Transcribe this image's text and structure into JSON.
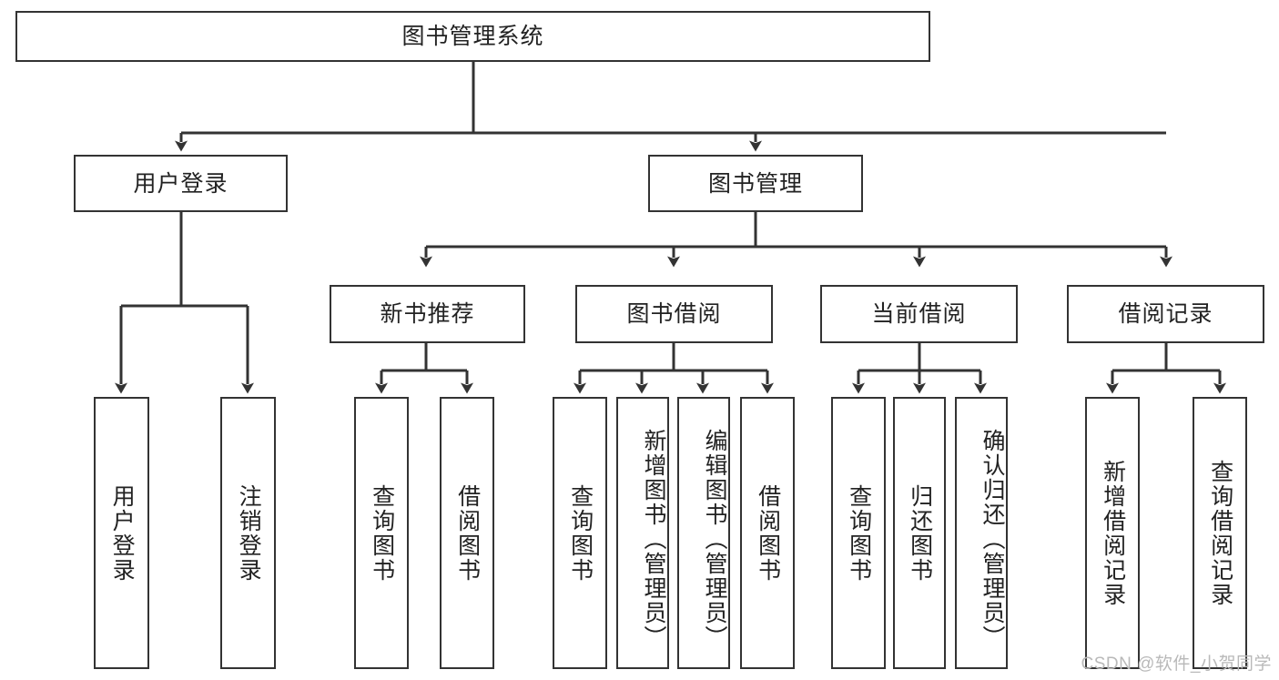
{
  "diagram": {
    "title": "图书管理系统",
    "type": "tree-hierarchy-diagram",
    "watermark": "CSDN @软件_小贺同学",
    "colors": {
      "box_border": "#333333",
      "box_fill": "#ffffff",
      "connector": "#333333",
      "text": "#222222",
      "watermark": "#b9b9b9"
    },
    "nodes": {
      "root": {
        "label": "图书管理系统",
        "level": 0,
        "orientation": "horizontal"
      },
      "user_login": {
        "label": "用户登录",
        "level": 1,
        "orientation": "horizontal"
      },
      "book_manage": {
        "label": "图书管理",
        "level": 1,
        "orientation": "horizontal"
      },
      "new_book_rec": {
        "label": "新书推荐",
        "level": 2,
        "orientation": "horizontal"
      },
      "book_borrow": {
        "label": "图书借阅",
        "level": 2,
        "orientation": "horizontal"
      },
      "current_borrow": {
        "label": "当前借阅",
        "level": 2,
        "orientation": "horizontal"
      },
      "borrow_record": {
        "label": "借阅记录",
        "level": 2,
        "orientation": "horizontal"
      },
      "leaf_user_login": {
        "label": "用户登录",
        "level": 3,
        "orientation": "vertical"
      },
      "leaf_logout": {
        "label": "注销登录",
        "level": 3,
        "orientation": "vertical"
      },
      "leaf_query_book_1": {
        "label": "查询图书",
        "level": 3,
        "orientation": "vertical"
      },
      "leaf_borrow_book_1": {
        "label": "借阅图书",
        "level": 3,
        "orientation": "vertical"
      },
      "leaf_query_book_2": {
        "label": "查询图书",
        "level": 3,
        "orientation": "vertical"
      },
      "leaf_add_book": {
        "label": "新增图书（管理员）",
        "level": 3,
        "orientation": "vertical"
      },
      "leaf_edit_book": {
        "label": "编辑图书（管理员）",
        "level": 3,
        "orientation": "vertical"
      },
      "leaf_borrow_book_2": {
        "label": "借阅图书",
        "level": 3,
        "orientation": "vertical"
      },
      "leaf_query_book_3": {
        "label": "查询图书",
        "level": 3,
        "orientation": "vertical"
      },
      "leaf_return_book": {
        "label": "归还图书",
        "level": 3,
        "orientation": "vertical"
      },
      "leaf_confirm_return": {
        "label": "确认归还（管理员）",
        "level": 3,
        "orientation": "vertical"
      },
      "leaf_add_record": {
        "label": "新增借阅记录",
        "level": 3,
        "orientation": "vertical"
      },
      "leaf_query_record": {
        "label": "查询借阅记录",
        "level": 3,
        "orientation": "vertical"
      }
    },
    "edges": [
      {
        "from": "root",
        "to": "user_login"
      },
      {
        "from": "root",
        "to": "book_manage"
      },
      {
        "from": "book_manage",
        "to": "new_book_rec"
      },
      {
        "from": "book_manage",
        "to": "book_borrow"
      },
      {
        "from": "book_manage",
        "to": "current_borrow"
      },
      {
        "from": "book_manage",
        "to": "borrow_record"
      },
      {
        "from": "user_login",
        "to": "leaf_user_login"
      },
      {
        "from": "user_login",
        "to": "leaf_logout"
      },
      {
        "from": "new_book_rec",
        "to": "leaf_query_book_1"
      },
      {
        "from": "new_book_rec",
        "to": "leaf_borrow_book_1"
      },
      {
        "from": "book_borrow",
        "to": "leaf_query_book_2"
      },
      {
        "from": "book_borrow",
        "to": "leaf_add_book"
      },
      {
        "from": "book_borrow",
        "to": "leaf_edit_book"
      },
      {
        "from": "book_borrow",
        "to": "leaf_borrow_book_2"
      },
      {
        "from": "current_borrow",
        "to": "leaf_query_book_3"
      },
      {
        "from": "current_borrow",
        "to": "leaf_return_book"
      },
      {
        "from": "current_borrow",
        "to": "leaf_confirm_return"
      },
      {
        "from": "borrow_record",
        "to": "leaf_add_record"
      },
      {
        "from": "borrow_record",
        "to": "leaf_query_record"
      }
    ]
  }
}
